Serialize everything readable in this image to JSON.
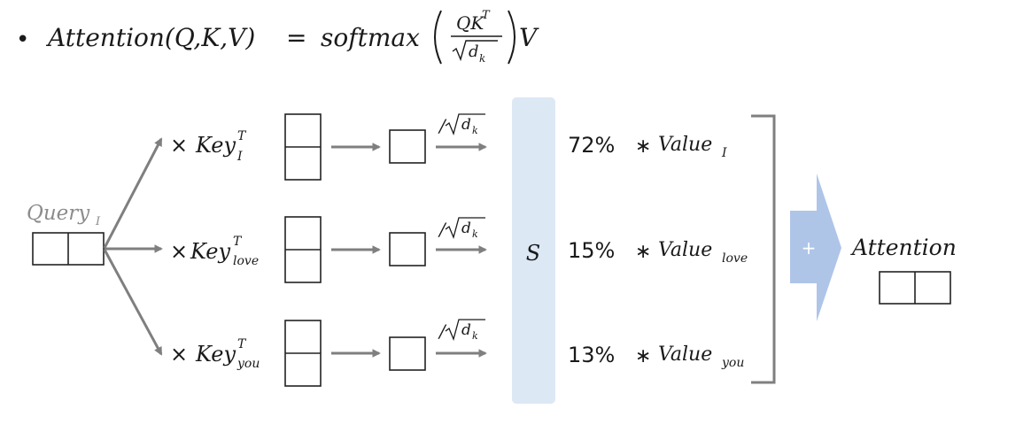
{
  "formula": {
    "bullet": "•",
    "lhs": "Attention(Q,K,V)",
    "equals": "=",
    "func": "softmax",
    "num": "QK",
    "num_sup": "T",
    "den": "d",
    "den_sub": "k",
    "tail": "V"
  },
  "query": {
    "base": "Query",
    "sub": "I"
  },
  "scale_label": {
    "slash": "/",
    "d": "d",
    "sub": "k"
  },
  "keys": [
    {
      "times": "×",
      "base": "Key",
      "sup": "T",
      "sub": "I"
    },
    {
      "times": "×",
      "base": "Key",
      "sup": "T",
      "sub": "love"
    },
    {
      "times": "×",
      "base": "Key",
      "sup": "T",
      "sub": "you"
    }
  ],
  "softmax_label": "S",
  "values": [
    {
      "pct": "72%",
      "op": "∗",
      "base": "Value",
      "sub": "I"
    },
    {
      "pct": "15%",
      "op": "∗",
      "base": "Value",
      "sub": "love"
    },
    {
      "pct": "13%",
      "op": "∗",
      "base": "Value",
      "sub": "you"
    }
  ],
  "plus_sign": "+",
  "result_label": "Attention",
  "colors": {
    "softmax_bar": "#dde8f5",
    "plus_arrow": "#aec5e8",
    "arrows": "#7f7f7f",
    "query_label": "#8c8c8c"
  }
}
